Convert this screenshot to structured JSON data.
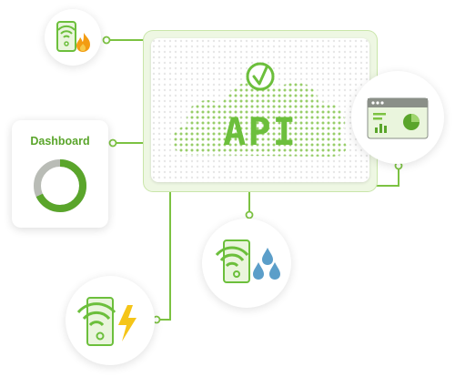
{
  "api_panel": {
    "label": "API"
  },
  "dashboard_card": {
    "title": "Dashboard",
    "donut": {
      "segments": [
        {
          "color": "#5aa52b",
          "fraction": 0.68
        },
        {
          "color": "#b9bcb6",
          "fraction": 0.32
        }
      ]
    }
  },
  "nodes": [
    {
      "name": "wifi-fire-node",
      "icon": "wifi-device-fire-icon"
    },
    {
      "name": "browser-chart-node",
      "icon": "browser-window-pie-icon"
    },
    {
      "name": "wifi-water-node",
      "icon": "wifi-device-water-drops-icon"
    },
    {
      "name": "wifi-power-node",
      "icon": "wifi-device-lightning-icon"
    }
  ],
  "colors": {
    "accent": "#7cc242",
    "accent_dark": "#5aa52b",
    "fire": "#f39c12",
    "water": "#5b9ec9",
    "bolt": "#f5c518",
    "line": "#7cc242"
  }
}
